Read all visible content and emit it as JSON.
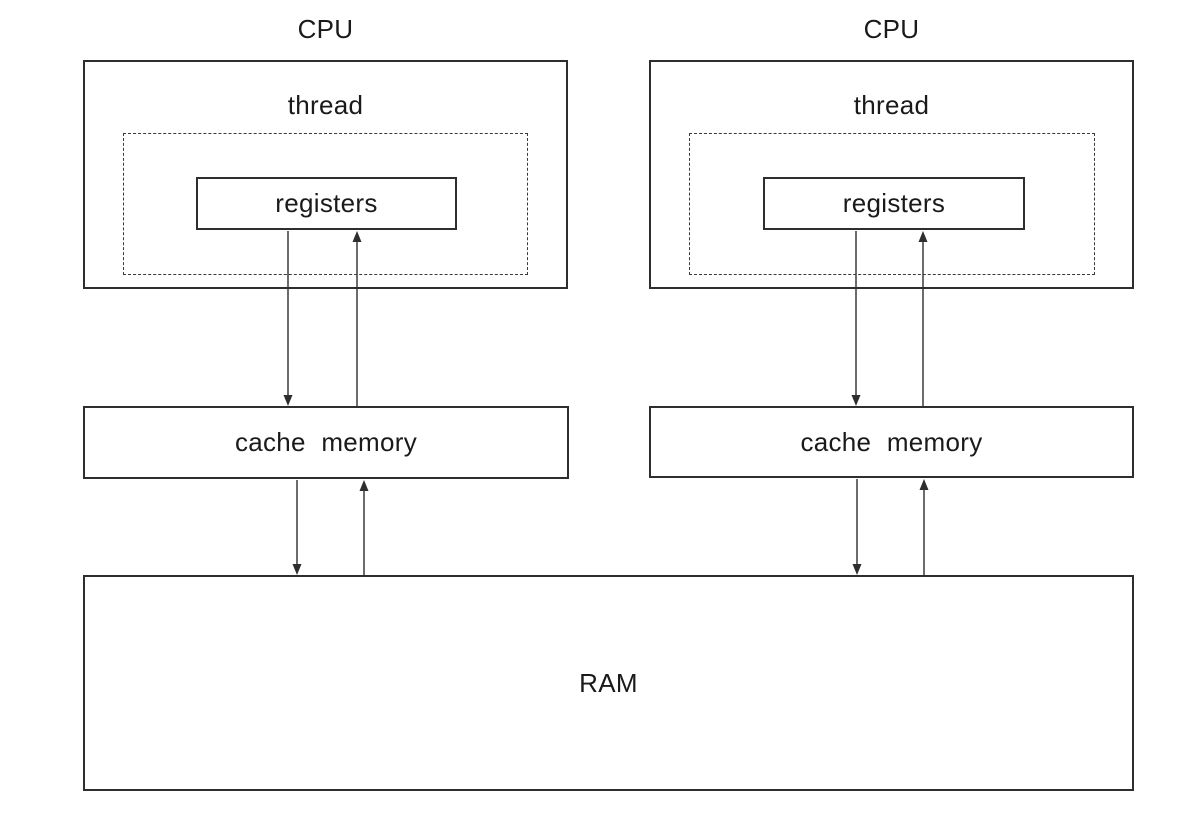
{
  "colors": {
    "ink": "#2e2e2e",
    "text": "#1a1a1a",
    "background": "#ffffff"
  },
  "cpus": [
    {
      "label": "CPU",
      "thread_label": "thread",
      "registers_label": "registers",
      "cache_label": "cache memory"
    },
    {
      "label": "CPU",
      "thread_label": "thread",
      "registers_label": "registers",
      "cache_label": "cache memory"
    }
  ],
  "ram": {
    "label": "RAM"
  }
}
